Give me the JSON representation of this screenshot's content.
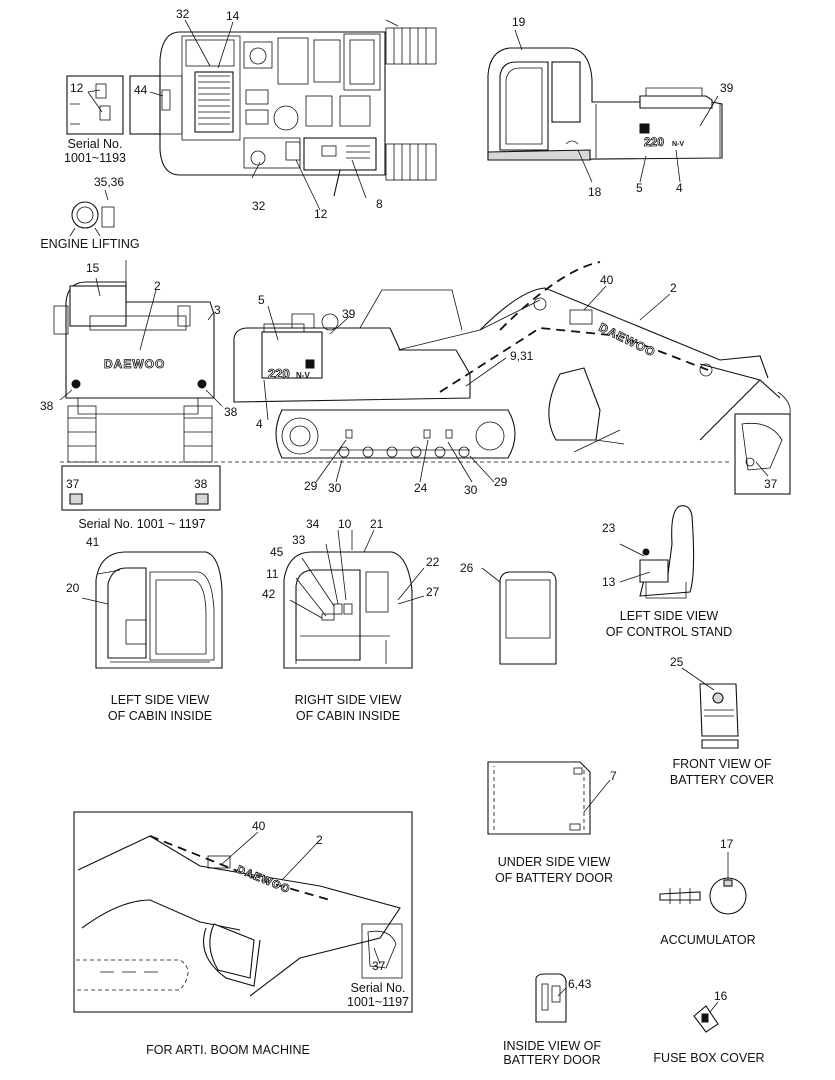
{
  "callouts": [
    {
      "id": "c-32a",
      "text": "32"
    },
    {
      "id": "c-14",
      "text": "14"
    },
    {
      "id": "c-12a",
      "text": "12"
    },
    {
      "id": "c-44",
      "text": "44"
    },
    {
      "id": "c-32b",
      "text": "32"
    },
    {
      "id": "c-12b",
      "text": "12"
    },
    {
      "id": "c-8",
      "text": "8"
    },
    {
      "id": "c-3536",
      "text": "35,36"
    },
    {
      "id": "c-19",
      "text": "19"
    },
    {
      "id": "c-39a",
      "text": "39"
    },
    {
      "id": "c-18",
      "text": "18"
    },
    {
      "id": "c-5a",
      "text": "5"
    },
    {
      "id": "c-4a",
      "text": "4"
    },
    {
      "id": "c-15",
      "text": "15"
    },
    {
      "id": "c-2a",
      "text": "2"
    },
    {
      "id": "c-3",
      "text": "3"
    },
    {
      "id": "c-38a",
      "text": "38"
    },
    {
      "id": "c-38b",
      "text": "38"
    },
    {
      "id": "c-5b",
      "text": "5"
    },
    {
      "id": "c-39b",
      "text": "39"
    },
    {
      "id": "c-4b",
      "text": "4"
    },
    {
      "id": "c-40a",
      "text": "40"
    },
    {
      "id": "c-2b",
      "text": "2"
    },
    {
      "id": "c-931",
      "text": "9,31"
    },
    {
      "id": "c-29a",
      "text": "29"
    },
    {
      "id": "c-30a",
      "text": "30"
    },
    {
      "id": "c-24",
      "text": "24"
    },
    {
      "id": "c-30b",
      "text": "30"
    },
    {
      "id": "c-29b",
      "text": "29"
    },
    {
      "id": "c-37a",
      "text": "37"
    },
    {
      "id": "c-37b",
      "text": "37"
    },
    {
      "id": "c-38c",
      "text": "38"
    },
    {
      "id": "c-41",
      "text": "41"
    },
    {
      "id": "c-20",
      "text": "20"
    },
    {
      "id": "c-34",
      "text": "34"
    },
    {
      "id": "c-10",
      "text": "10"
    },
    {
      "id": "c-21",
      "text": "21"
    },
    {
      "id": "c-33",
      "text": "33"
    },
    {
      "id": "c-45",
      "text": "45"
    },
    {
      "id": "c-22",
      "text": "22"
    },
    {
      "id": "c-11",
      "text": "11"
    },
    {
      "id": "c-27",
      "text": "27"
    },
    {
      "id": "c-42",
      "text": "42"
    },
    {
      "id": "c-26",
      "text": "26"
    },
    {
      "id": "c-23",
      "text": "23"
    },
    {
      "id": "c-13",
      "text": "13"
    },
    {
      "id": "c-25",
      "text": "25"
    },
    {
      "id": "c-7",
      "text": "7"
    },
    {
      "id": "c-40b",
      "text": "40"
    },
    {
      "id": "c-2c",
      "text": "2"
    },
    {
      "id": "c-37c",
      "text": "37"
    },
    {
      "id": "c-17",
      "text": "17"
    },
    {
      "id": "c-643",
      "text": "6,43"
    },
    {
      "id": "c-16",
      "text": "16"
    }
  ],
  "captions": [
    {
      "id": "cap-serial-a1",
      "text": "Serial No."
    },
    {
      "id": "cap-serial-a2",
      "text": "1001~1193"
    },
    {
      "id": "cap-engine",
      "text": "ENGINE LIFTING"
    },
    {
      "id": "cap-serial-b",
      "text": "Serial No. 1001 ~ 1197"
    },
    {
      "id": "cap-ctrl1",
      "text": "LEFT SIDE VIEW"
    },
    {
      "id": "cap-ctrl2",
      "text": "OF CONTROL STAND"
    },
    {
      "id": "cap-lcab1",
      "text": "LEFT SIDE VIEW"
    },
    {
      "id": "cap-lcab2",
      "text": "OF CABIN INSIDE"
    },
    {
      "id": "cap-rcab1",
      "text": "RIGHT SIDE VIEW"
    },
    {
      "id": "cap-rcab2",
      "text": "OF CABIN INSIDE"
    },
    {
      "id": "cap-batc1",
      "text": "FRONT VIEW OF"
    },
    {
      "id": "cap-batc2",
      "text": "BATTERY COVER"
    },
    {
      "id": "cap-batd1",
      "text": "UNDER SIDE VIEW"
    },
    {
      "id": "cap-batd2",
      "text": "OF BATTERY DOOR"
    },
    {
      "id": "cap-accu",
      "text": "ACCUMULATOR"
    },
    {
      "id": "cap-serial-c1",
      "text": "Serial No."
    },
    {
      "id": "cap-serial-c2",
      "text": "1001~1197"
    },
    {
      "id": "cap-arti",
      "text": "FOR ARTI. BOOM MACHINE"
    },
    {
      "id": "cap-insd1",
      "text": "INSIDE VIEW OF"
    },
    {
      "id": "cap-insd2",
      "text": "BATTERY DOOR"
    },
    {
      "id": "cap-fuse",
      "text": "FUSE BOX COVER"
    }
  ],
  "decals": {
    "brand": "DAEWOO",
    "model": "220",
    "model_suffix": "N-V"
  }
}
